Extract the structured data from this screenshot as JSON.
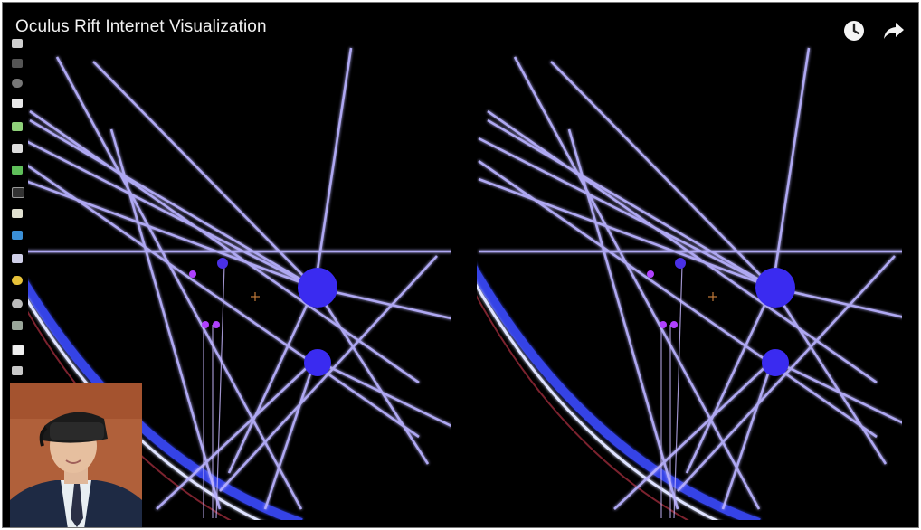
{
  "video": {
    "title": "Oculus Rift Internet Visualization",
    "controls": [
      {
        "name": "watch-later",
        "icon": "clock-icon"
      },
      {
        "name": "share",
        "icon": "share-arrow-icon"
      }
    ]
  },
  "desktop_sidebar": {
    "icons": [
      "trash-icon",
      "search-icon",
      "eye-icon",
      "chat-icon",
      "folder-icon",
      "disk-icon",
      "document-icon",
      "terminal-icon",
      "notes-icon",
      "bird-icon",
      "tag-icon",
      "coin-icon",
      "globe-icon",
      "archive-icon",
      "calendar-icon",
      "link-icon"
    ]
  },
  "colors": {
    "background": "#000000",
    "beam": "#a8a0ff",
    "node": "#3a2bf0",
    "small_node": "#b040ff",
    "horizon": "#5a6bff",
    "webcam_wall": "#b0603a"
  }
}
